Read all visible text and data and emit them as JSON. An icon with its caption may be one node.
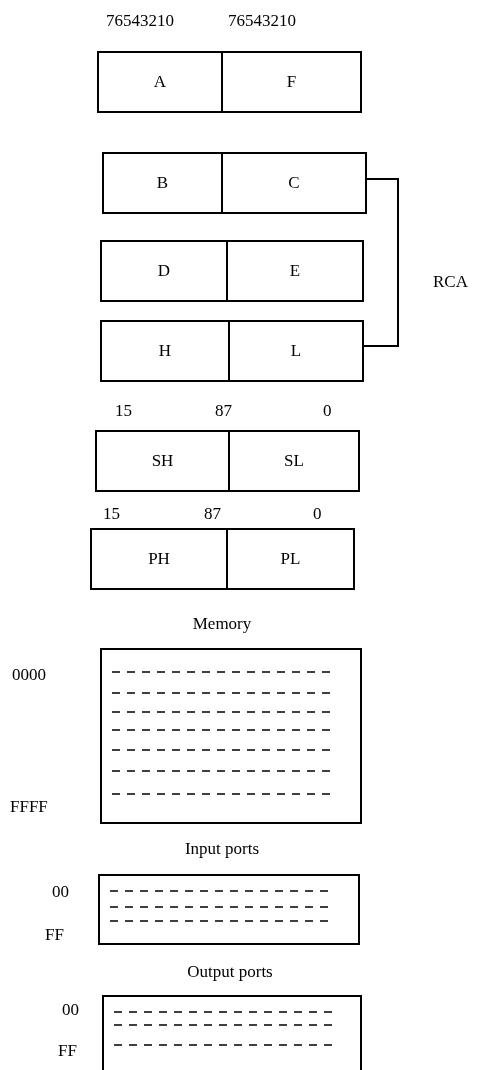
{
  "diagram": {
    "nodes": [
      {
        "text": [
          "A"
        ]
      },
      {
        "text": [
          "F"
        ]
      },
      {
        "text": [
          "B"
        ]
      },
      {
        "text": [
          "C"
        ]
      },
      {
        "text": [
          "D"
        ]
      },
      {
        "text": [
          "E"
        ]
      },
      {
        "text": [
          "H"
        ]
      },
      {
        "text": [
          "L"
        ]
      },
      {
        "text": [
          "SH"
        ]
      },
      {
        "text": [
          "SL"
        ]
      },
      {
        "text": [
          "PH"
        ]
      },
      {
        "text": [
          "PL"
        ]
      },
      {
        "text": [
          "Memory"
        ],
        "beside": [
          "0000",
          "FFFF"
        ]
      },
      {
        "text": [
          "Input ports"
        ],
        "beside": [
          "00",
          "FF"
        ]
      },
      {
        "text": [
          "Output ports"
        ],
        "beside": [
          "00",
          "FF"
        ]
      }
    ],
    "edges": [
      {
        "from": 3,
        "to": 7,
        "arrow": "none",
        "label": "RCA"
      }
    ],
    "labels": [
      "76543210",
      "76543210",
      "15",
      "87",
      "0",
      "15",
      "87",
      "0"
    ]
  }
}
